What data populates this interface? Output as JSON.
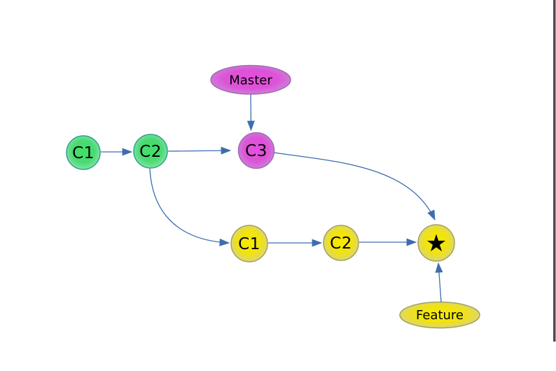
{
  "nodes": {
    "master_branch_label": "Master",
    "feature_branch_label": "Feature",
    "main_c1": "C1",
    "main_c2": "C2",
    "main_c3": "C3",
    "feature_c1": "C1",
    "feature_c2": "C2",
    "merge_commit": "★"
  },
  "edges": [
    {
      "from": "Master label",
      "to": "C3"
    },
    {
      "from": "C1 main",
      "to": "C2 main"
    },
    {
      "from": "C2 main",
      "to": "C3"
    },
    {
      "from": "C3",
      "to": "merge star"
    },
    {
      "from": "C2 main",
      "to": "C1 feature"
    },
    {
      "from": "C1 feature",
      "to": "C2 feature"
    },
    {
      "from": "C2 feature",
      "to": "merge star"
    },
    {
      "from": "Feature label",
      "to": "merge star"
    }
  ],
  "colors": {
    "edge_blue": "#3d6dae",
    "green_center": "#3fe067",
    "green_rim": "#92e9b2",
    "green_border": "#2f9f90",
    "magenta_center": "#e550dd",
    "magenta_rim": "#cb8cd8",
    "magenta_border": "#a06cb4",
    "yellow_center": "#f5e702",
    "yellow_rim": "#d9d28c",
    "yellow_border": "#a1a061",
    "label_text": "#000000",
    "right_edge_bar": "#4d4d4d",
    "background": "#ffffff"
  }
}
